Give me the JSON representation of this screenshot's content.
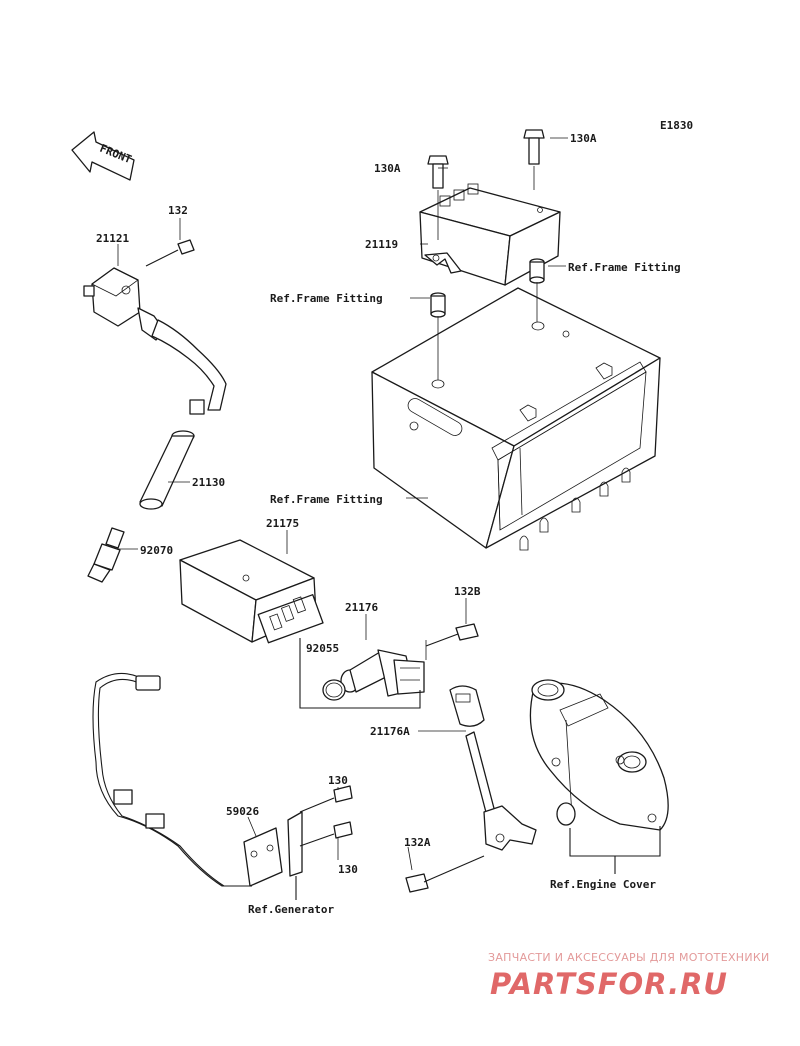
{
  "diagram_code": "E1830",
  "front_label": "FRONT",
  "callouts": {
    "p130a_left": "130A",
    "p130a_right": "130A",
    "p21119": "21119",
    "ref_fitting_right": "Ref.Frame Fitting",
    "ref_fitting_left": "Ref.Frame Fitting",
    "ref_fitting_bottom": "Ref.Frame Fitting",
    "p132": "132",
    "p21121": "21121",
    "p21130": "21130",
    "p92070": "92070",
    "p21175": "21175",
    "p132b": "132B",
    "p21176": "21176",
    "p92055": "92055",
    "p21176a": "21176A",
    "p130_top": "130",
    "p59026": "59026",
    "p130_bottom": "130",
    "p132a": "132A",
    "ref_generator": "Ref.Generator",
    "ref_engine_cover": "Ref.Engine Cover"
  },
  "watermark": {
    "line1": "ЗАПЧАСТИ И АКСЕССУАРЫ ДЛЯ МОТОТЕХНИКИ",
    "line2": "PARTSFOR.RU"
  }
}
